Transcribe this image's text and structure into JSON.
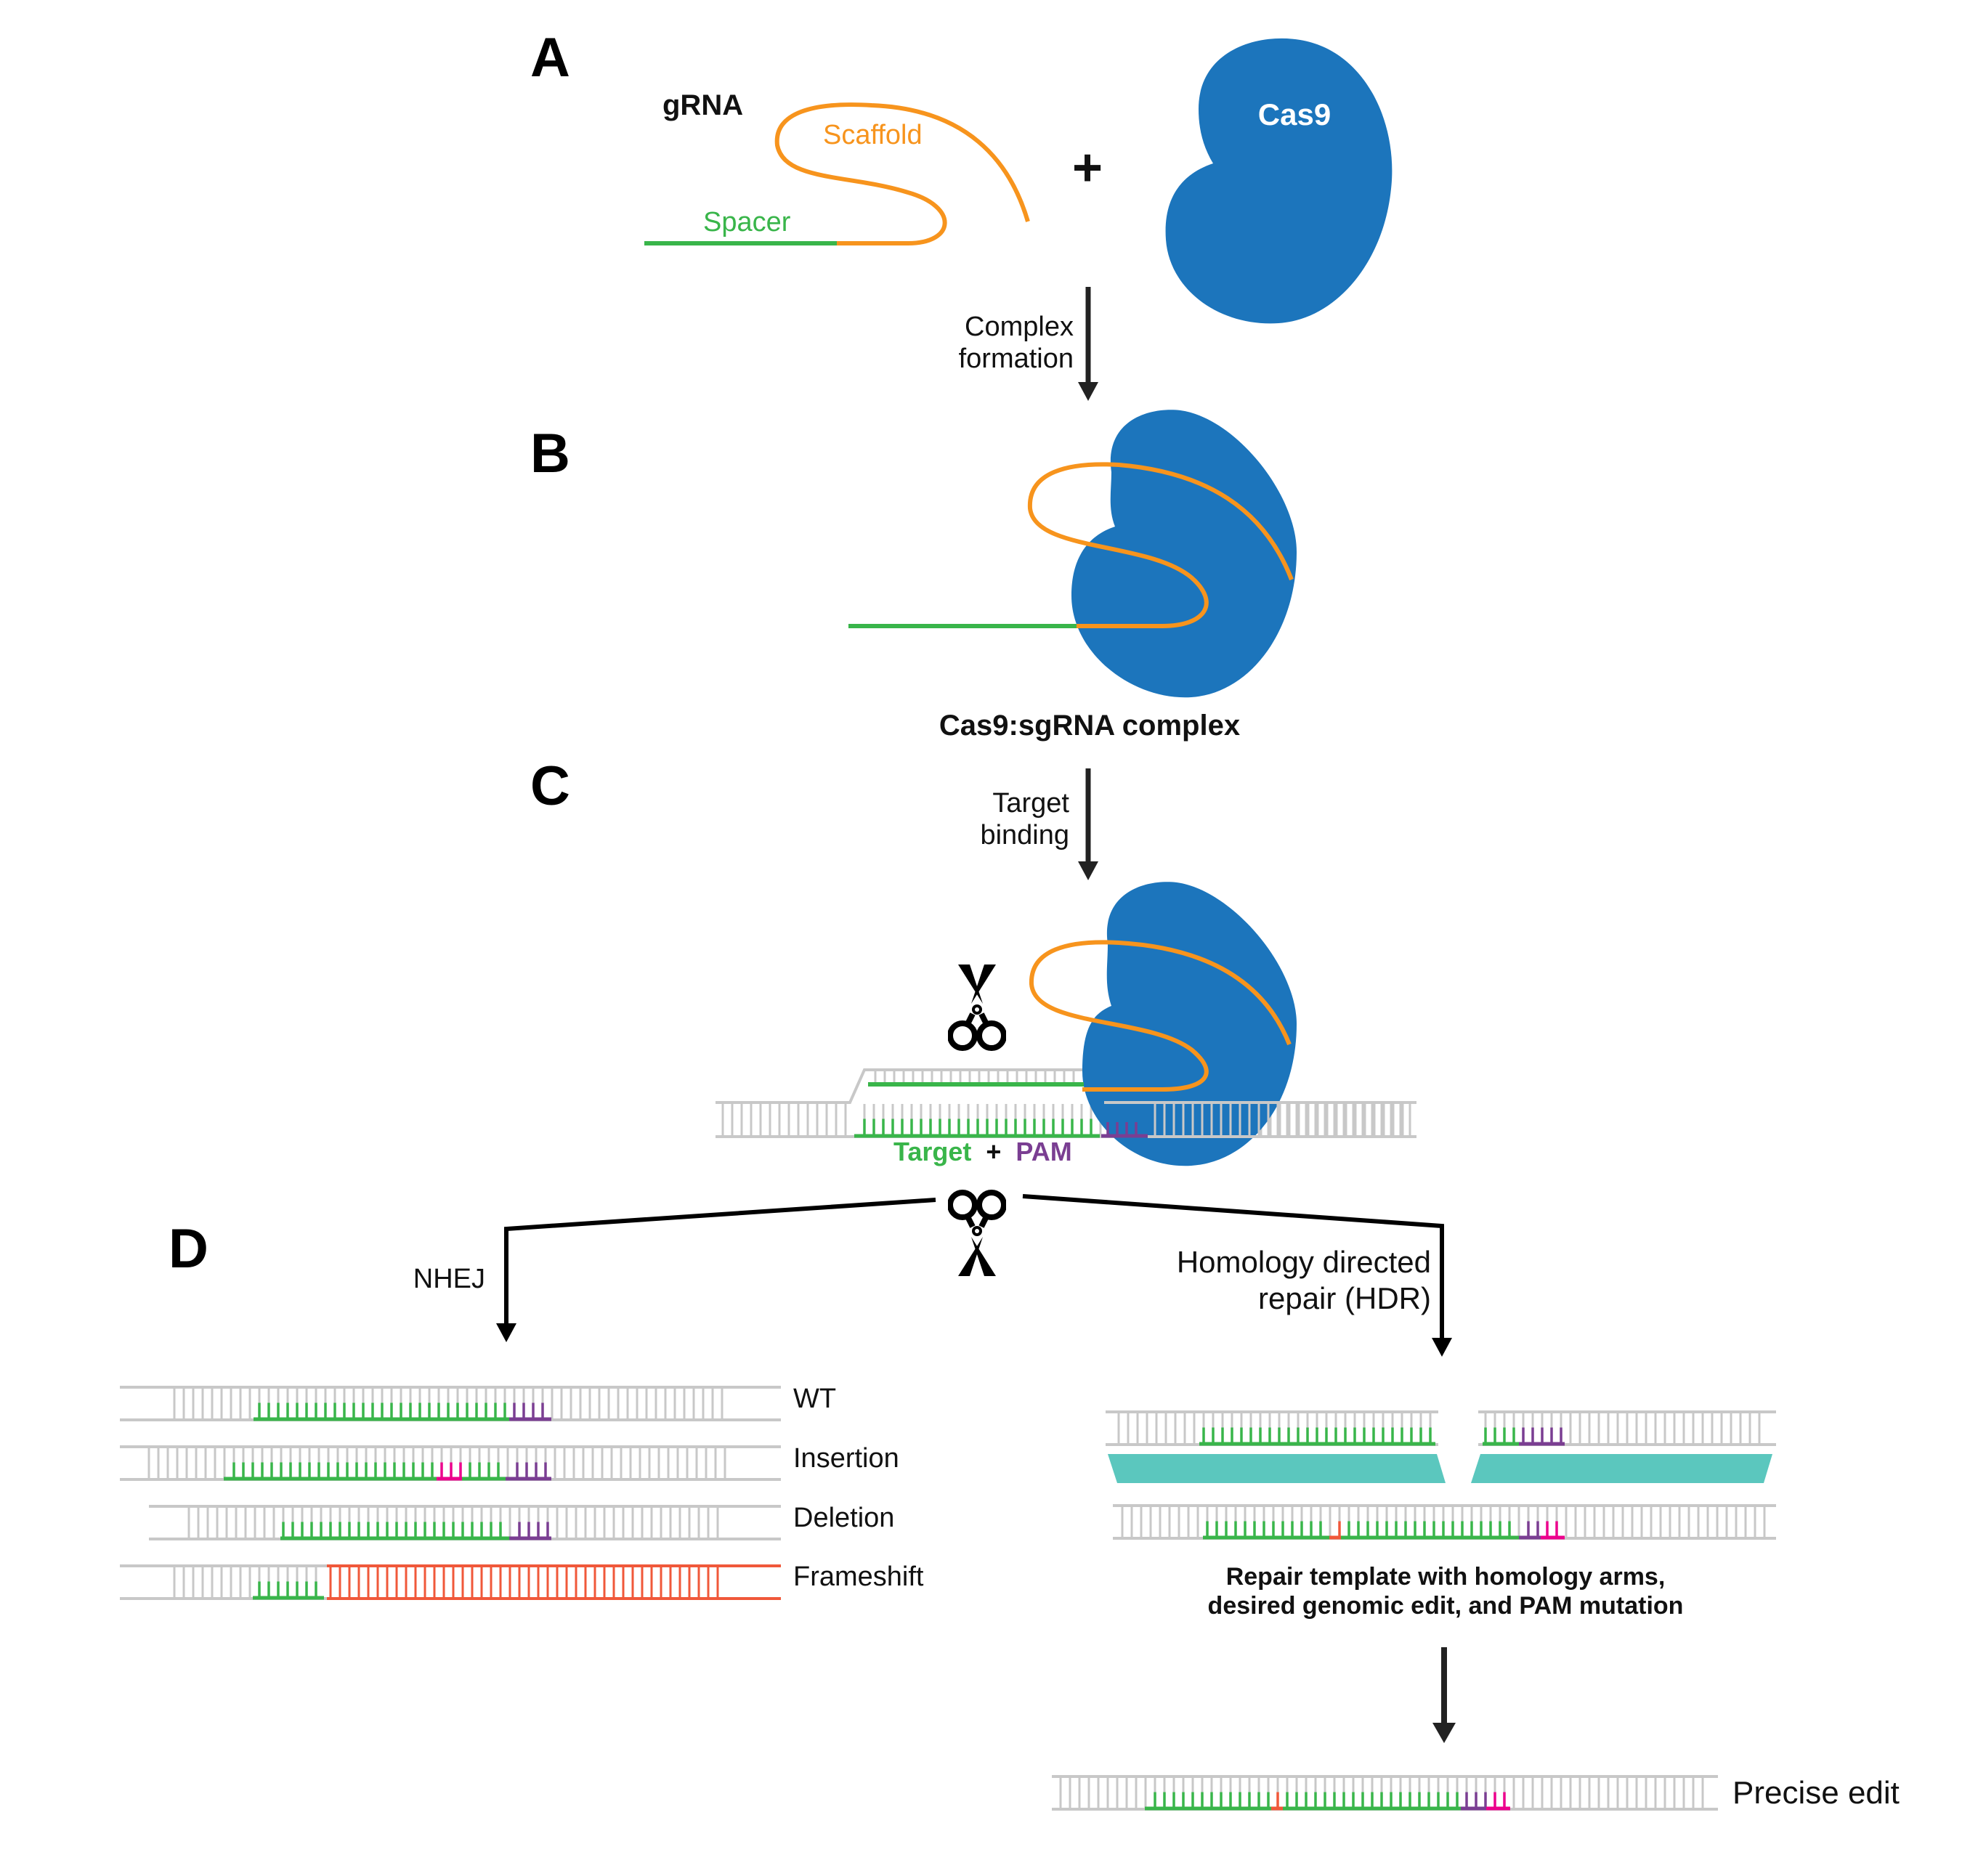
{
  "panels": {
    "a": "A",
    "b": "B",
    "c": "C",
    "d": "D"
  },
  "labels": {
    "grna": "gRNA",
    "scaffold": "Scaffold",
    "spacer": "Spacer",
    "plus": "+",
    "cas9": "Cas9",
    "complex_line1": "Complex",
    "complex_line2": "formation",
    "complex_name": "Cas9:sgRNA complex",
    "target_line1": "Target",
    "target_line2": "binding",
    "target": "Target",
    "pam_plus": "+",
    "pam": "PAM",
    "nhej": "NHEJ",
    "hdr_line1": "Homology directed",
    "hdr_line2": "repair (HDR)",
    "wt": "WT",
    "insertion": "Insertion",
    "deletion": "Deletion",
    "frameshift": "Frameshift",
    "template_line1": "Repair template with homology arms,",
    "template_line2": "desired genomic edit, and PAM mutation",
    "precise": "Precise edit"
  },
  "colors": {
    "cas9": "#1c75bc",
    "scaffold": "#f7941d",
    "spacer": "#39b54a",
    "pam": "#7a3e92",
    "dna": "#c8c8c8",
    "insertion": "#ec008c",
    "frameshift": "#f0583a",
    "homology": "#5bc7be"
  },
  "icons": [
    "scissors-icon",
    "arrow-down-icon"
  ]
}
